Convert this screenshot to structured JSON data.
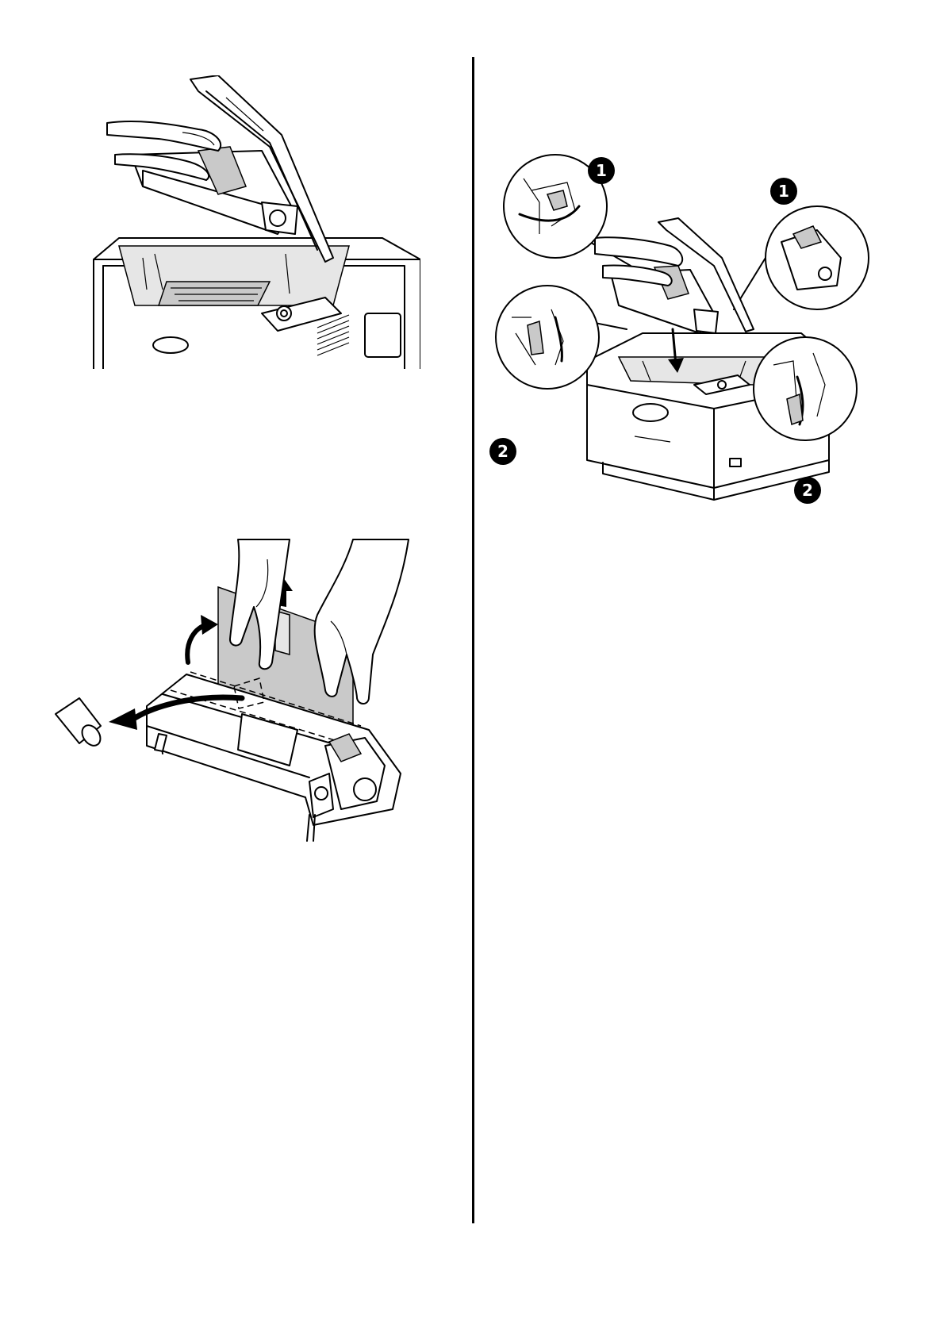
{
  "page": {
    "figures": [
      {
        "id": "fig-open-cover-remove-drum"
      },
      {
        "id": "fig-remove-protective-sheet"
      },
      {
        "id": "fig-install-drum-unit"
      }
    ],
    "callouts": {
      "one_a": "1",
      "one_b": "1",
      "two_a": "2",
      "two_b": "2"
    }
  }
}
